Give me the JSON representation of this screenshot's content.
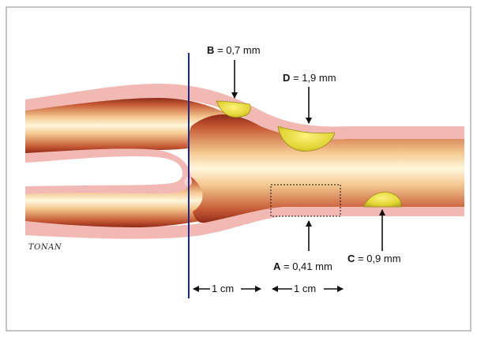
{
  "signature": "TONAN",
  "labels": {
    "b_letter": "B",
    "b_value": " = 0,7 mm",
    "d_letter": "D",
    "d_value": " = 1,9 mm",
    "a_letter": "A",
    "a_value": " = 0,41 mm",
    "c_letter": "C",
    "c_value": " = 0,9 mm"
  },
  "distance_markers": {
    "first": "1 cm",
    "second": "1 cm"
  },
  "colors": {
    "vessel_wall": "#f2b9b4",
    "vessel_lumen_dark": "#a0341e",
    "vessel_lumen_light": "#fff6d8",
    "plaque": "#e4d83a",
    "reference_line": "#1b2a8a",
    "frame": "#8a8a8a"
  }
}
